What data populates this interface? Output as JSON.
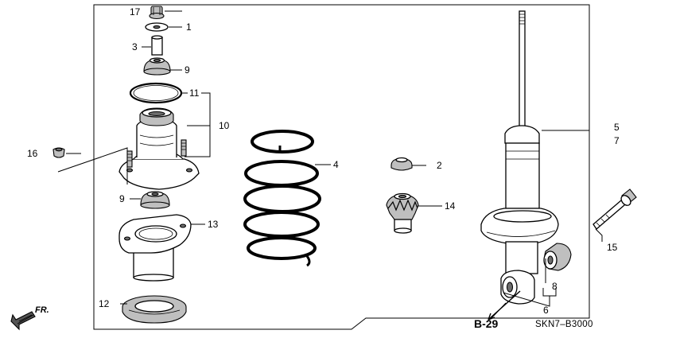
{
  "diagram": {
    "callouts": {
      "c1": "1",
      "c2": "2",
      "c3": "3",
      "c4": "4",
      "c5": "5",
      "c6": "6",
      "c7": "7",
      "c8": "8",
      "c9a": "9",
      "c9b": "9",
      "c10": "10",
      "c11": "11",
      "c12": "12",
      "c13": "13",
      "c14": "14",
      "c15": "15",
      "c16": "16",
      "c17": "17"
    },
    "reference": "B-29",
    "part_code": "SKN7–B3000",
    "direction": "FR."
  }
}
